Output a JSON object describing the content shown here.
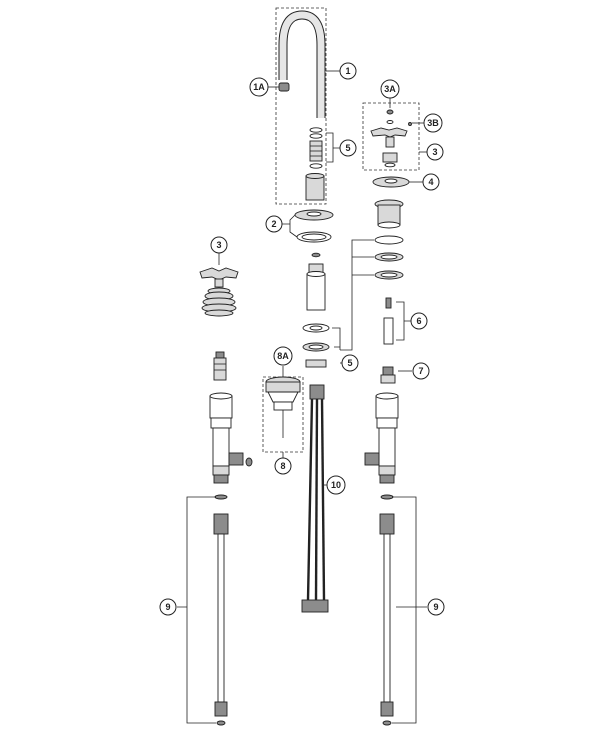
{
  "diagram": {
    "callouts": [
      {
        "id": "c1",
        "label": "1"
      },
      {
        "id": "c1a",
        "label": "1A"
      },
      {
        "id": "c2",
        "label": "2"
      },
      {
        "id": "c3a",
        "label": "3A"
      },
      {
        "id": "c3b",
        "label": "3B"
      },
      {
        "id": "c3r",
        "label": "3"
      },
      {
        "id": "c3l",
        "label": "3"
      },
      {
        "id": "c4",
        "label": "4"
      },
      {
        "id": "c5a",
        "label": "5"
      },
      {
        "id": "c5b",
        "label": "5"
      },
      {
        "id": "c6",
        "label": "6"
      },
      {
        "id": "c7",
        "label": "7"
      },
      {
        "id": "c8a",
        "label": "8A"
      },
      {
        "id": "c8",
        "label": "8"
      },
      {
        "id": "c9l",
        "label": "9"
      },
      {
        "id": "c9r",
        "label": "9"
      },
      {
        "id": "c10",
        "label": "10"
      }
    ]
  }
}
